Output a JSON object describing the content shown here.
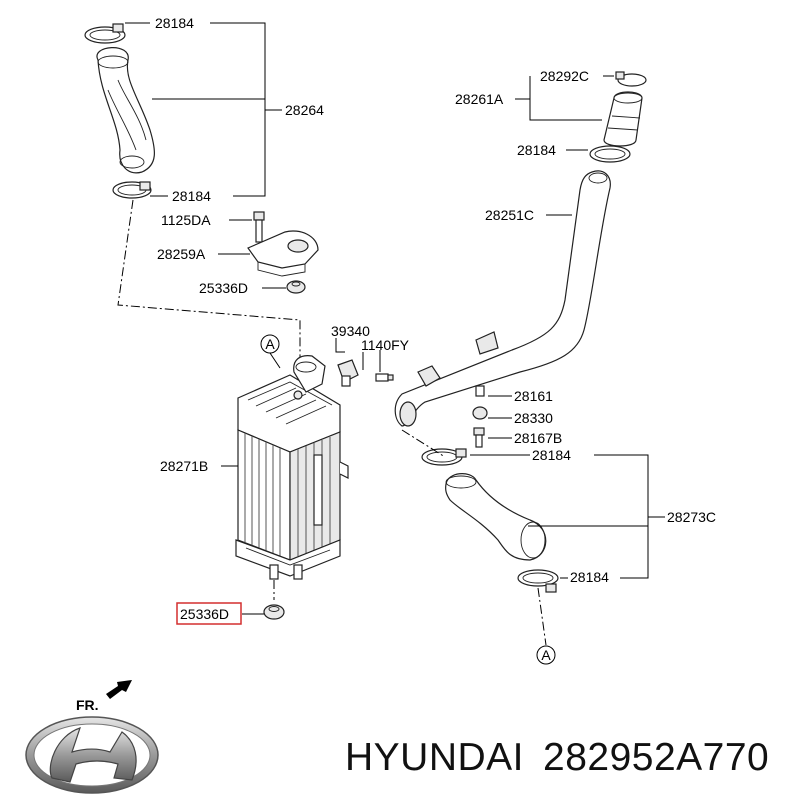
{
  "labels": {
    "hose_clamp_top": "28184",
    "hose_upper": "28264",
    "hose_clamp_upper_lower": "28184",
    "bolt_1125": "1125DA",
    "bracket": "28259A",
    "insulator_top": "25336D",
    "sensor": "39340",
    "bolt_1140": "1140FY",
    "intercooler": "28271B",
    "insulator_bottom": "25336D",
    "clamp_28292": "28292C",
    "hose_28261": "28261A",
    "clamp_right_top": "28184",
    "pipe_28251": "28251C",
    "plug_28161": "28161",
    "gasket_28330": "28330",
    "bolt_28167": "28167B",
    "clamp_right_mid": "28184",
    "hose_lower": "28273C",
    "clamp_right_bottom": "28184"
  },
  "markers": {
    "circle_a_top": "A",
    "circle_a_bottom": "A"
  },
  "front_label": "FR.",
  "brand": {
    "name": "HYUNDAI",
    "part_number": "282952A770",
    "logo_icon": "hyundai-logo-icon"
  },
  "highlight_color": "#d32f2f"
}
